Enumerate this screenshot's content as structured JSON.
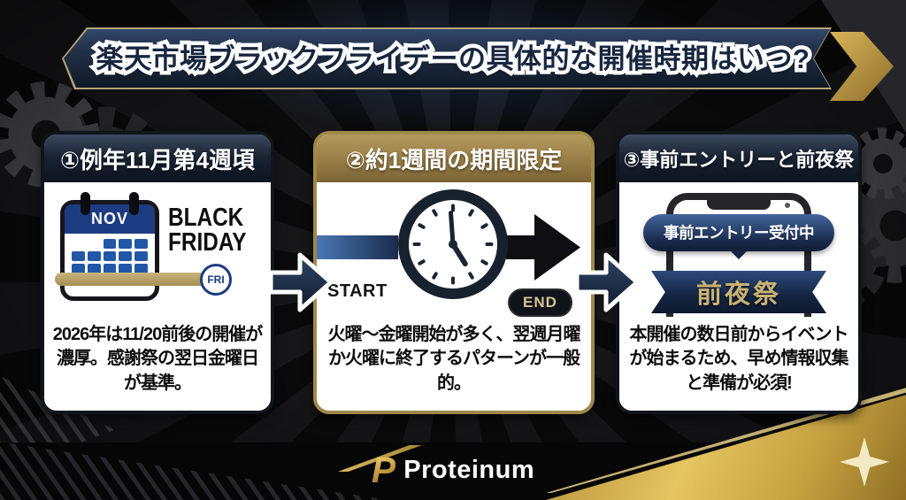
{
  "title": "楽天市場ブラックフライデーの具体的な開催時期はいつ?",
  "cards": [
    {
      "header": "①例年11月第4週頃",
      "body": "2026年は11/20前後の開催が濃厚。感謝祭の翌日金曜日が基準。",
      "calendar": {
        "month": "NOV",
        "fri_badge": "FRI"
      },
      "black_friday": {
        "line1": "BLACK",
        "line2": "FRIDAY"
      }
    },
    {
      "header": "②約1週間の期間限定",
      "body": "火曜〜金曜開始が多く、翌週月曜か火曜に終了するパターンが一般的。",
      "timeline": {
        "start": "START",
        "end": "END"
      }
    },
    {
      "header": "③事前エントリーと前夜祭",
      "body": "本開催の数日前からイベントが始まるため、早め情報収集と準備が必須!",
      "phone": {
        "bubble": "事前エントリー受付中",
        "ribbon": "前夜祭"
      }
    }
  ],
  "footer": {
    "brand": "Proteinum",
    "logo_letter": "P"
  },
  "colors": {
    "gold_accent": "#d9b458",
    "navy_header": "#1a2433",
    "gold_header": "#977d46",
    "calendar_blue": "#1d3b80",
    "ribbon_text_gold": "#c9b273"
  }
}
